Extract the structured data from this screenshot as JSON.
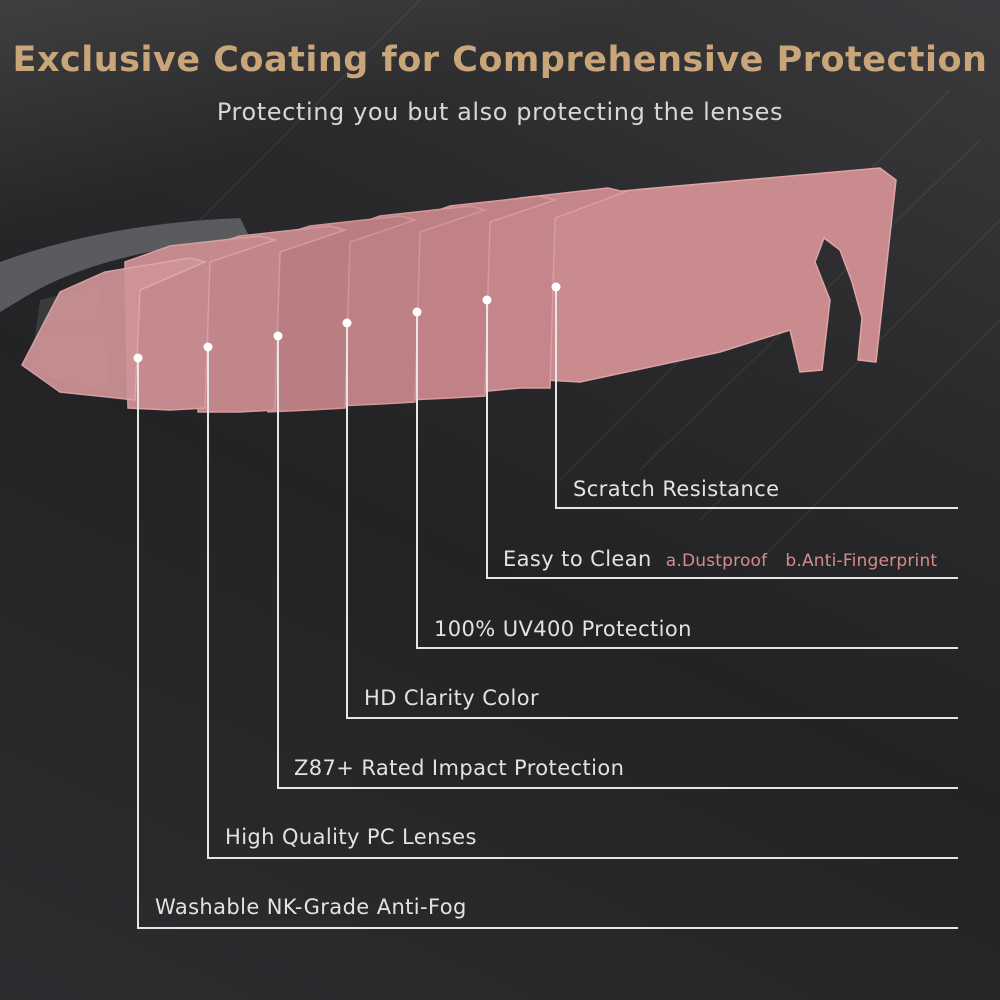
{
  "title": "Exclusive Coating for Comprehensive Protection",
  "subtitle": "Protecting you but also protecting the lenses",
  "colors": {
    "title": "#c9a57a",
    "lens": "#c98a8d",
    "sub_label": "#d98a8c",
    "line": "#e6e6e6"
  },
  "features": [
    {
      "label": "Scratch Resistance"
    },
    {
      "label": "Easy to Clean",
      "sub_a": "a.Dustproof",
      "sub_b": "b.Anti-Fingerprint"
    },
    {
      "label": "100% UV400 Protection"
    },
    {
      "label": "HD Clarity Color"
    },
    {
      "label": "Z87+ Rated Impact Protection"
    },
    {
      "label": "High Quality PC Lenses"
    },
    {
      "label": "Washable NK-Grade Anti-Fog"
    }
  ]
}
